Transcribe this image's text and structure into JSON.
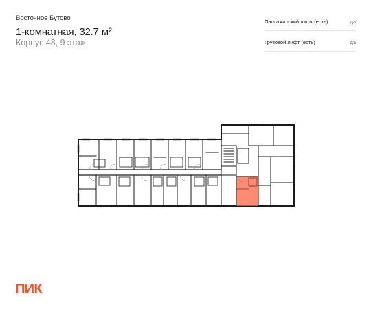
{
  "header": {
    "project_name": "Восточное Бутово",
    "apartment_title": "1-комнатная, 32.7 м²",
    "building_floor": "Корпус 48, 9 этаж"
  },
  "features": [
    {
      "label": "Пассажирский лифт (есть)",
      "value": "да"
    },
    {
      "label": "Грузовой лифт (есть)",
      "value": "да"
    }
  ],
  "floor_plan": {
    "highlighted_unit_color": "#ff8a73",
    "wall_color": "#1a1a1a"
  },
  "brand": {
    "logo_text": "ПИК",
    "color": "#ff4e25"
  }
}
